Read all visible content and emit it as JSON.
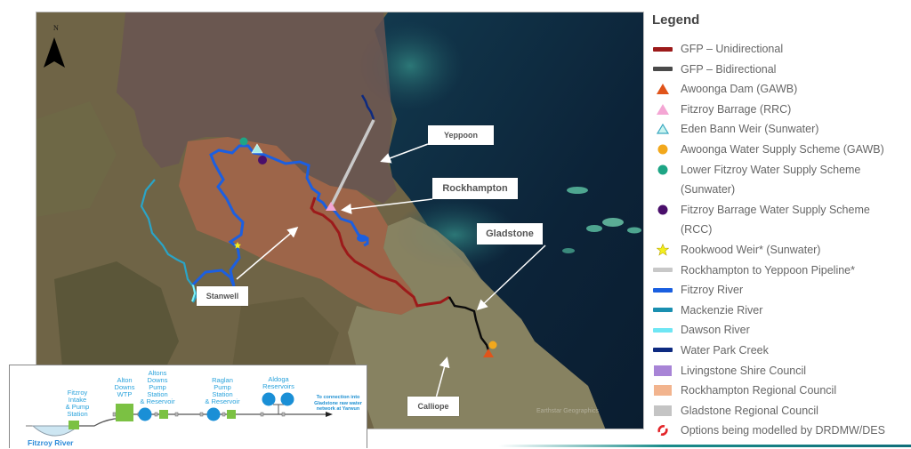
{
  "map": {
    "north_arrow": "N",
    "callouts": {
      "yeppoon": "Yeppoon",
      "rockhampton": "Rockhampton",
      "gladstone": "Gladstone",
      "stanwell": "Stanwell",
      "calliope": "Calliope"
    },
    "attribution": "Earthstar Geographics"
  },
  "legend": {
    "title": "Legend",
    "items": [
      {
        "label": "GFP – Unidirectional",
        "symbol": "line",
        "color": "#9c1a1a"
      },
      {
        "label": "GFP – Bidirectional",
        "symbol": "line",
        "color": "#4a4a4a"
      },
      {
        "label": "Awoonga Dam (GAWB)",
        "symbol": "triangle",
        "color": "#e0541a"
      },
      {
        "label": "Fitzroy Barrage (RRC)",
        "symbol": "triangle",
        "color": "#f4a6d4"
      },
      {
        "label": "Eden Bann Weir (Sunwater)",
        "symbol": "triangle-outline",
        "color": "#9fe8e4"
      },
      {
        "label": "Awoonga Water Supply Scheme (GAWB)",
        "symbol": "circle",
        "color": "#f2a81c"
      },
      {
        "label": "Lower Fitzroy Water Supply Scheme",
        "label2": "(Sunwater)",
        "symbol": "circle",
        "color": "#1ea585"
      },
      {
        "label": "Fitzroy Barrage Water Supply Scheme",
        "label2": "(RCC)",
        "symbol": "circle",
        "color": "#4a0f6b"
      },
      {
        "label": "Rookwood Weir* (Sunwater)",
        "symbol": "star",
        "color": "#f3ef1e"
      },
      {
        "label": "Rockhampton to Yeppoon Pipeline*",
        "symbol": "line",
        "color": "#c8c8c8"
      },
      {
        "label": "Fitzroy River",
        "symbol": "line",
        "color": "#1a5fe0"
      },
      {
        "label": "Mackenzie River",
        "symbol": "line",
        "color": "#1a8fb0"
      },
      {
        "label": "Dawson River",
        "symbol": "line",
        "color": "#6fe6f4"
      },
      {
        "label": "Water Park Creek",
        "symbol": "line",
        "color": "#0d2a80"
      },
      {
        "label": "Livingstone Shire Council",
        "symbol": "square",
        "color": "#a884d6"
      },
      {
        "label": "Rockhampton Regional Council",
        "symbol": "square",
        "color": "#f2b48e"
      },
      {
        "label": "Gladstone Regional Council",
        "symbol": "square",
        "color": "#c4c4c4"
      },
      {
        "label": "Options being modelled by DRDMW/DES",
        "symbol": "cycle",
        "color": "#e3262a"
      }
    ]
  },
  "inset": {
    "river_label": "Fitzroy River",
    "stations": [
      {
        "label": "Fitzroy\nIntake\n& Pump\nStation"
      },
      {
        "label": "Alton\nDowns\nWTP"
      },
      {
        "label": "Altons\nDowns\nPump\nStation\n& Reservoir"
      },
      {
        "label": "Raglan\nPump\nStation\n& Reservoir"
      },
      {
        "label": "Aldoga\nReservoirs"
      }
    ],
    "destination": "To connection into\nGladstone raw water\nnetwork at Yarwun"
  }
}
